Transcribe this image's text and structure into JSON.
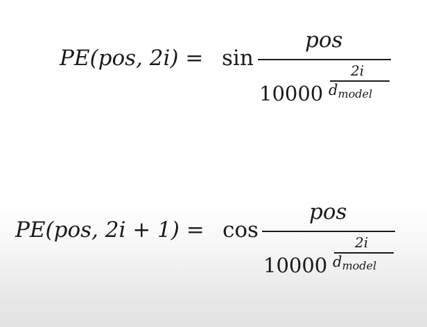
{
  "formula_1": {
    "lhs_func": "PE",
    "lhs_args": "(pos, 2i)",
    "equals": "=",
    "func": "sin",
    "numerator": "pos",
    "denominator_base": "10000",
    "exponent_numerator": "2i",
    "exponent_denominator_var": "d",
    "exponent_denominator_sub": "model"
  },
  "formula_2": {
    "lhs_func": "PE",
    "lhs_args": "(pos, 2i + 1)",
    "equals": "=",
    "func": "cos",
    "numerator": "pos",
    "denominator_base": "10000",
    "exponent_numerator": "2i",
    "exponent_denominator_var": "d",
    "exponent_denominator_sub": "model"
  }
}
